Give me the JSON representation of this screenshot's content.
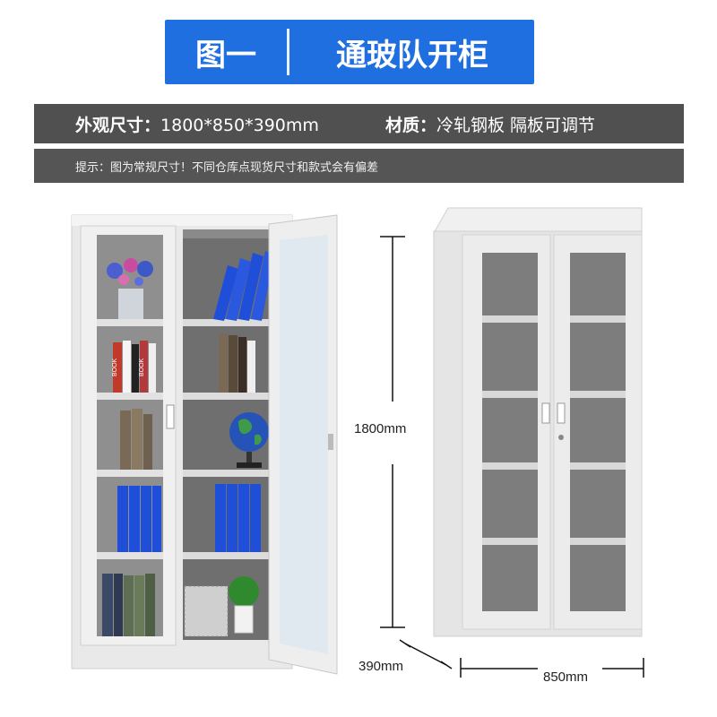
{
  "banner": {
    "label": "图一",
    "title": "通玻队开柜"
  },
  "spec": {
    "size_label": "外观尺寸：",
    "size_value": "1800*850*390mm",
    "material_label": "材质：",
    "material_value": "冷轧钢板 隔板可调节"
  },
  "notice": "提示：图为常规尺寸！不同仓库点现货尺寸和款式会有偏差",
  "dimensions": {
    "height": "1800mm",
    "depth": "390mm",
    "width": "850mm"
  },
  "book_labels": [
    "BOOK",
    "BOOK"
  ],
  "colors": {
    "banner": "#1f6fe0",
    "bar": "#505050",
    "cabinet": "#e6e6e6"
  }
}
